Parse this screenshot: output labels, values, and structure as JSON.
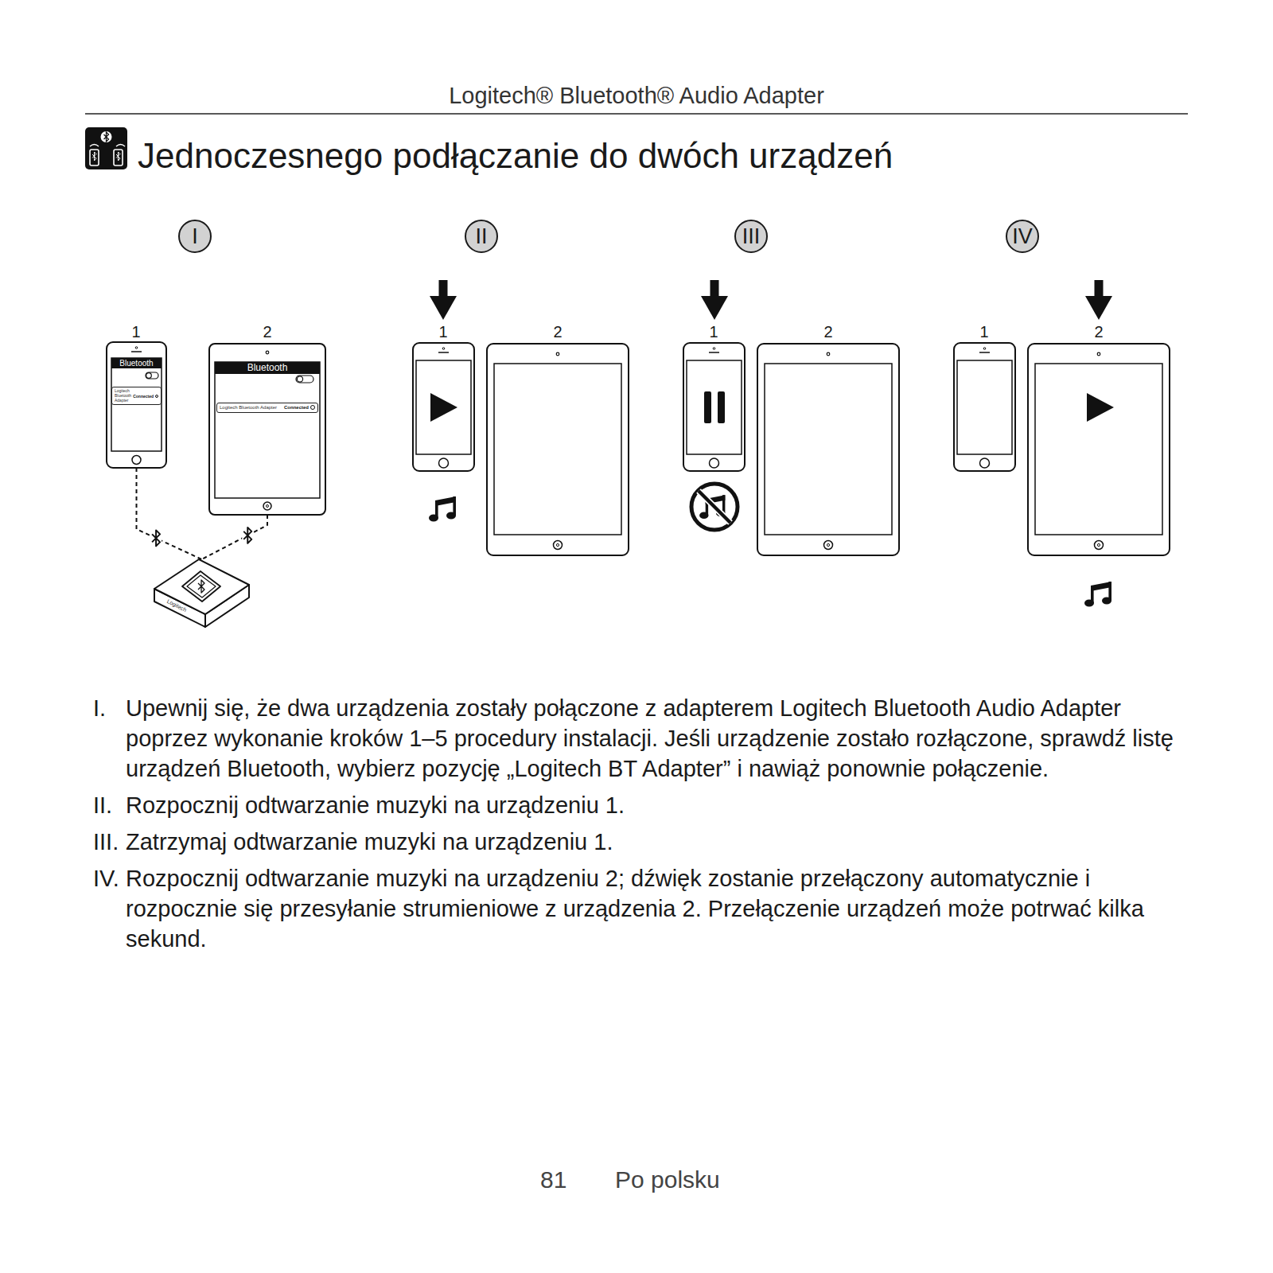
{
  "diagram": {
    "title": "Jednoczesnego podłączanie do dwóch urządzeń",
    "nodes": [
      {
        "text": [
          "I"
        ]
      },
      {
        "text": [
          "II"
        ]
      },
      {
        "text": [
          "III"
        ]
      },
      {
        "text": [
          "IV"
        ]
      },
      {
        "text": [
          "Bluetooth",
          "Logitech Bluetooth Adapter",
          "Connected"
        ]
      },
      {
        "text": [
          "Bluetooth",
          "Logitech Bluetooth Adapter",
          "Connected"
        ]
      },
      {
        "text": [
          "Logitech"
        ]
      }
    ],
    "edges": [
      {
        "from": 4,
        "to": 6,
        "arrow": "none"
      },
      {
        "from": 5,
        "to": 6,
        "arrow": "none"
      }
    ],
    "labels": [
      "Logitech® Bluetooth® Audio Adapter",
      "1",
      "2",
      "1",
      "2",
      "1",
      "2",
      "1",
      "2",
      "I.",
      "Upewnij się, że dwa urządzenia zostały połączone z adapterem Logitech Bluetooth Audio Adapter poprzez wykonanie kroków 1–5 procedury instalacji. Jeśli urządzenie zostało rozłączone, sprawdź listę urządzeń Bluetooth, wybierz pozycję „Logitech BT Adapter” i nawiąż ponownie połączenie.",
      "II.",
      "Rozpocznij odtwarzanie muzyki na urządzeniu 1.",
      "III.",
      "Zatrzymaj odtwarzanie muzyki na urządzeniu 1.",
      "IV.",
      "Rozpocznij odtwarzanie muzyki na urządzeniu 2; dźwięk zostanie przełączony automatycznie i rozpocznie się przesyłanie strumieniowe z urządzenia 2. Przełączenie urządzeń może potrwać kilka sekund.",
      "81",
      "Po polsku"
    ]
  }
}
